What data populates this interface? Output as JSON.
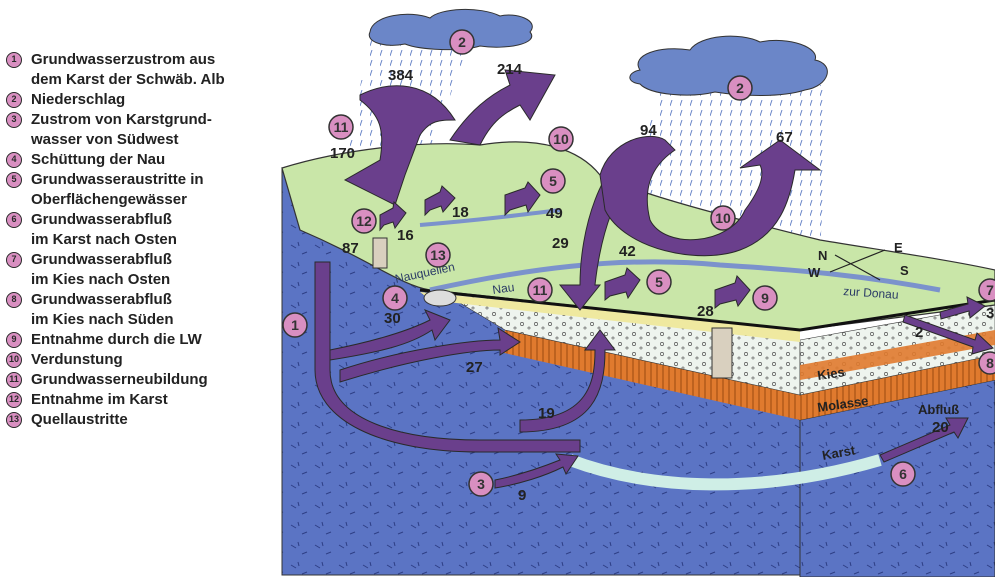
{
  "legend": [
    {
      "n": "1",
      "lines": [
        "Grundwasserzustrom  aus",
        "dem  Karst der Schwäb. Alb"
      ]
    },
    {
      "n": "2",
      "lines": [
        "Niederschlag"
      ]
    },
    {
      "n": "3",
      "lines": [
        "Zustrom von Karstgrund-",
        "wasser von Südwest"
      ]
    },
    {
      "n": "4",
      "lines": [
        "Schüttung der Nau"
      ]
    },
    {
      "n": "5",
      "lines": [
        "Grundwasseraustritte in",
        "Oberflächengewässer"
      ]
    },
    {
      "n": "6",
      "lines": [
        "Grundwasserabfluß",
        "im Karst nach Osten"
      ]
    },
    {
      "n": "7",
      "lines": [
        "Grundwasserabfluß",
        "im Kies nach Osten"
      ]
    },
    {
      "n": "8",
      "lines": [
        "Grundwasserabfluß",
        "im Kies nach Süden"
      ]
    },
    {
      "n": "9",
      "lines": [
        "Entnahme durch die LW"
      ]
    },
    {
      "n": "10",
      "lines": [
        "Verdunstung"
      ]
    },
    {
      "n": "11",
      "lines": [
        "Grundwasserneubildung"
      ]
    },
    {
      "n": "12",
      "lines": [
        "Entnahme im Karst"
      ]
    },
    {
      "n": "13",
      "lines": [
        "Quellaustritte"
      ]
    }
  ],
  "diagram": {
    "flows": {
      "v384": "384",
      "v214": "214",
      "v170": "170",
      "v94": "94",
      "v67": "67",
      "v18": "18",
      "v49": "49",
      "v16": "16",
      "v87": "87",
      "v29": "29",
      "v42": "42",
      "v30": "30",
      "v28": "28",
      "v27": "27",
      "v19": "19",
      "v20": "20",
      "v9": "9",
      "v2": "2",
      "v3": "3"
    },
    "labels": {
      "nauquellen": "Nauquellen",
      "nau": "Nau",
      "zur_donau": "zur Donau",
      "kies": "Kies",
      "molasse": "Molasse",
      "karst": "Karst",
      "abfluss": "Abfluß"
    },
    "compass": {
      "n": "N",
      "e": "E",
      "w": "W",
      "s": "S"
    },
    "circles": {
      "c1": "1",
      "c2a": "2",
      "c2b": "2",
      "c3": "3",
      "c4": "4",
      "c5a": "5",
      "c5b": "5",
      "c6": "6",
      "c7": "7",
      "c8": "8",
      "c9": "9",
      "c10a": "10",
      "c10b": "10",
      "c11a": "11",
      "c11b": "11",
      "c12": "12",
      "c13": "13"
    },
    "colors": {
      "karst": "#5b74c4",
      "kies": "#e8f0e8",
      "molasse": "#e07a2e",
      "surface": "#c9e6a8",
      "arrow": "#6a3f8c",
      "badge": "#d98fc1",
      "cloud": "#6b86c8"
    }
  }
}
